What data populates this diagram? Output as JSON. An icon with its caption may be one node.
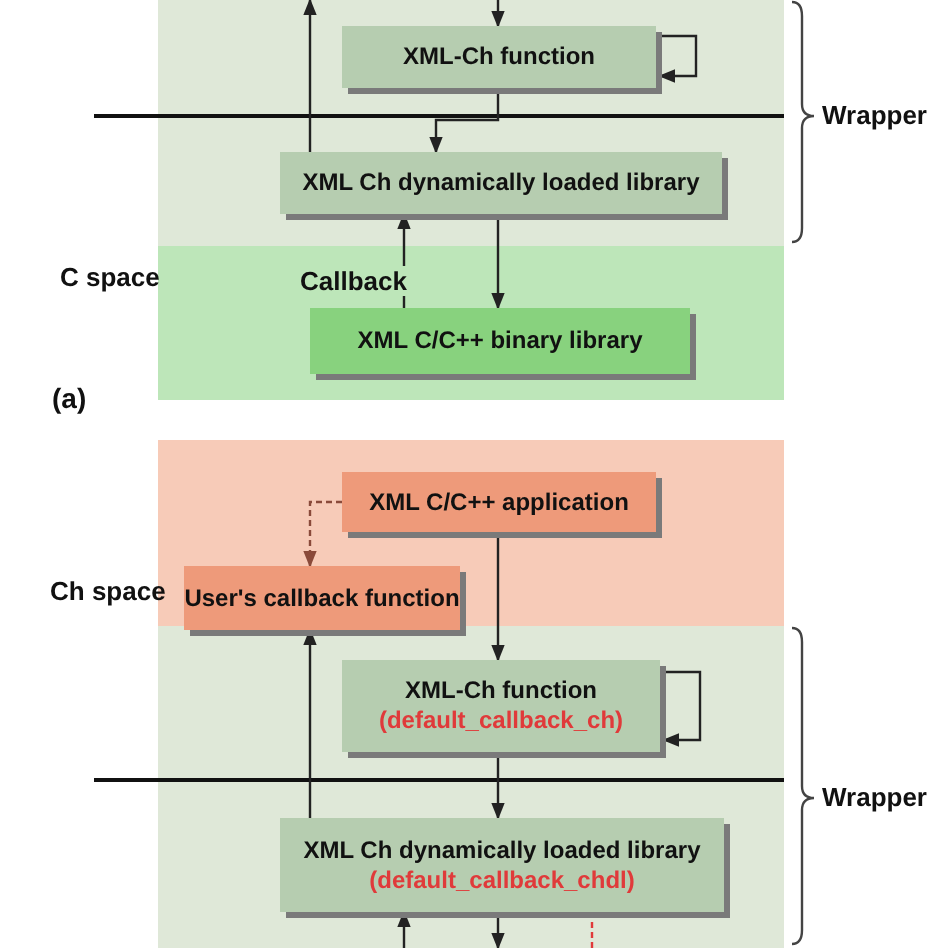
{
  "diagram": {
    "nodes": [
      {
        "text": [
          "Wrapper"
        ]
      },
      {
        "text": [
          "XML-Ch function"
        ],
        "in": 0
      },
      {
        "text": [
          "XML Ch dynamically loaded library"
        ],
        "in": 0
      },
      {
        "text": [
          "C space"
        ]
      },
      {
        "text": [
          "XML C/C++ binary library"
        ],
        "in": 3
      },
      {
        "text": [
          "Ch space"
        ]
      },
      {
        "text": [
          "XML C/C++ application"
        ],
        "in": 5
      },
      {
        "text": [
          "User's callback function"
        ],
        "in": 5
      },
      {
        "text": [
          "Wrapper"
        ]
      },
      {
        "text": [
          "XML-Ch function",
          "(default_callback_ch)"
        ],
        "in": 8
      },
      {
        "text": [
          "XML Ch dynamically loaded library",
          "(default_callback_chdl)"
        ],
        "in": 8
      }
    ],
    "edges": [
      {
        "from": null,
        "to": 1,
        "arrow": "to"
      },
      {
        "from": 1,
        "to": 1,
        "arrow": "to"
      },
      {
        "from": 1,
        "to": 2,
        "arrow": "to"
      },
      {
        "from": 2,
        "to": 4,
        "arrow": "to"
      },
      {
        "from": 4,
        "to": 2,
        "arrow": "to",
        "label": "Callback"
      },
      {
        "from": 2,
        "to": null,
        "arrow": "to"
      },
      {
        "from": 6,
        "to": 7,
        "arrow": "to",
        "style": "dashed",
        "color": "#8a4a3a"
      },
      {
        "from": 6,
        "to": 9,
        "arrow": "to"
      },
      {
        "from": 9,
        "to": 9,
        "arrow": "to"
      },
      {
        "from": 9,
        "to": 10,
        "arrow": "to"
      },
      {
        "from": 10,
        "to": 7,
        "arrow": "to"
      },
      {
        "from": 10,
        "to": null,
        "arrow": "to"
      },
      {
        "from": null,
        "to": 10,
        "arrow": "to"
      },
      {
        "from": 10,
        "to": null,
        "arrow": "none",
        "style": "dashed",
        "color": "#e03a3a"
      }
    ],
    "labels": [
      "(a)"
    ]
  }
}
